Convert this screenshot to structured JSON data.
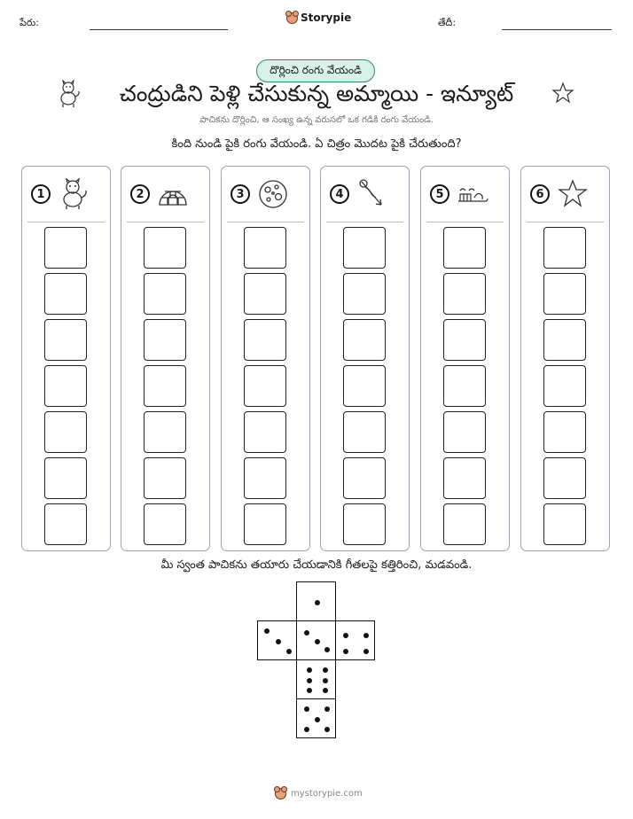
{
  "header": {
    "name_label": "పేరు:",
    "date_label": "తేదీ:",
    "brand": "Storypie"
  },
  "badge": "దొర్లించి రంగు వేయండి",
  "title": "చంద్రుడిని పెళ్లి చేసుకున్న అమ్మాయి - ఇన్యూట్",
  "subtitle": "పాచికను దొర్లించి, ఆ సంఖ్య ఉన్న వరుసలో ఒక గడికి రంగు వేయండి.",
  "instruction": "కింది నుండి పైకి రంగు వేయండి. ఏ చిత్రం మొదట పైకి చేరుతుంది?",
  "columns": [
    {
      "number": "1",
      "icon": "dog-icon"
    },
    {
      "number": "2",
      "icon": "igloo-icon"
    },
    {
      "number": "3",
      "icon": "moon-icon"
    },
    {
      "number": "4",
      "icon": "harpoon-icon"
    },
    {
      "number": "5",
      "icon": "sled-icon"
    },
    {
      "number": "6",
      "icon": "star-icon"
    }
  ],
  "boxes_per_column": 7,
  "cut_instruction": "మీ స్వంత పాచికను తయారు చేయడానికి గీతలపై కత్తిరించి, మడవండి.",
  "die_faces": [
    1,
    3,
    4,
    6,
    5
  ],
  "footer": "mystorypie.com"
}
